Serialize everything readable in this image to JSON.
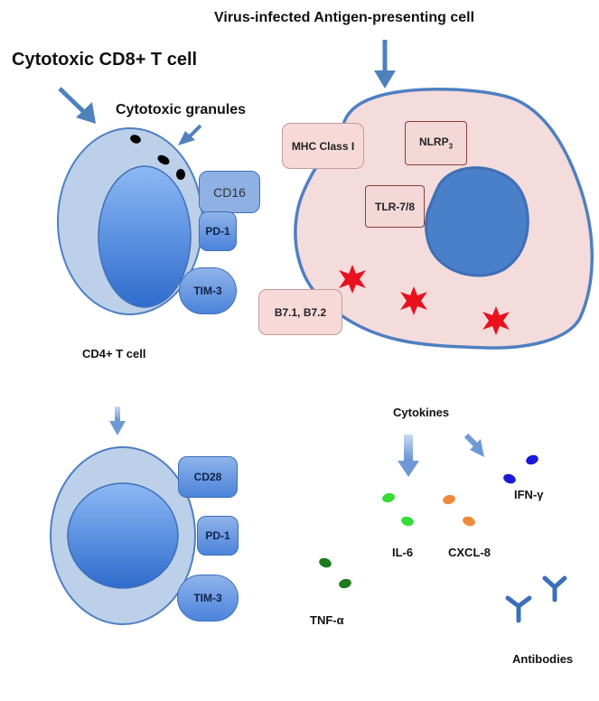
{
  "labels": {
    "apc_title": "Virus-infected Antigen-presenting cell",
    "cd8_title": "Cytotoxic CD8+ T cell",
    "granules": "Cytotoxic granules",
    "cd4_title": "CD4+ T cell",
    "cytokines": "Cytokines",
    "ifn": "IFN-γ",
    "il6": "IL-6",
    "cxcl8": "CXCL-8",
    "tnf": "TNF-α",
    "antibodies": "Antibodies"
  },
  "cd8_receptors": {
    "cd16": "CD16",
    "pd1": "PD-1",
    "tim3": "TIM-3"
  },
  "cd4_receptors": {
    "cd28": "CD28",
    "pd1": "PD-1",
    "tim3": "TIM-3"
  },
  "apc_receptors": {
    "mhc": "MHC Class I",
    "nlrp_base": "NLRP",
    "nlrp_sub": "3",
    "tlr": "TLR-7/8",
    "b7": "B7.1, B7.2"
  },
  "colors": {
    "cell_outer": "#bcd0ea",
    "cell_nucleus": "#5a8fe0",
    "apc_fill": "#f5dcdc",
    "apc_border": "#4f7fc2",
    "apc_nucleus": "#4a7fc9",
    "virus_star": "#e8111d",
    "ifn_dot": "#1a1ad6",
    "il6_dot": "#33dd33",
    "cxcl8_dot": "#f08a3a",
    "tnf_dot": "#1f7a1f",
    "antibody": "#3d6fb8",
    "arrow": "#4f81bd"
  }
}
